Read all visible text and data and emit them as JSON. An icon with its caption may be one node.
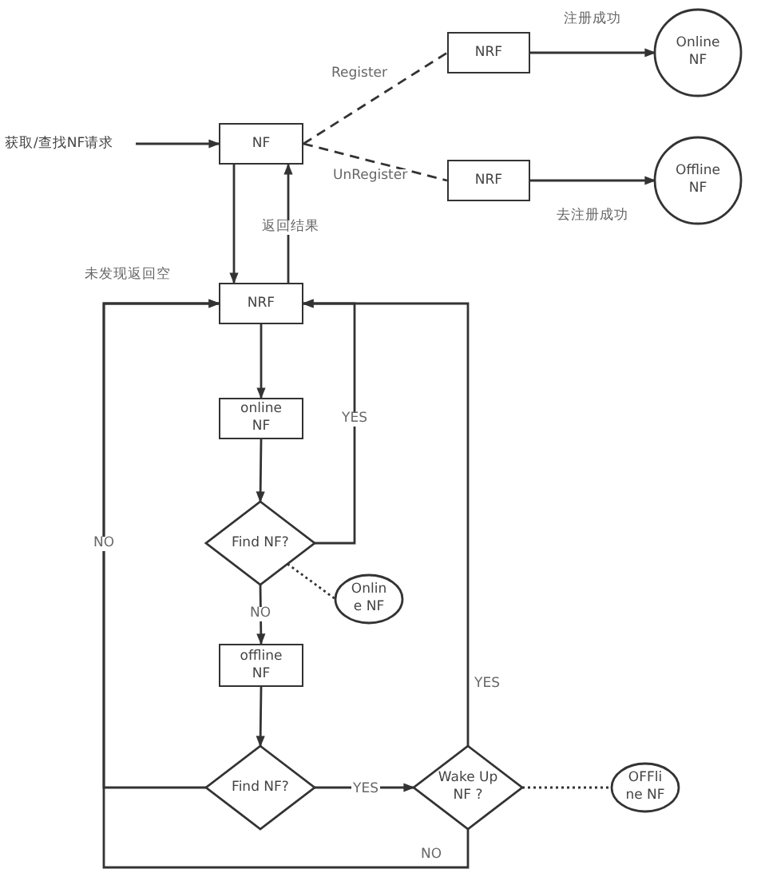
{
  "diagram": {
    "nodes": [
      {
        "text": [
          "获取/查找NF请求"
        ]
      },
      {
        "text": [
          "NF"
        ]
      },
      {
        "text": [
          "NRF"
        ]
      },
      {
        "text": [
          "Online NF"
        ]
      },
      {
        "text": [
          "NRF"
        ]
      },
      {
        "text": [
          "Offline NF"
        ]
      },
      {
        "text": [
          "NRF"
        ]
      },
      {
        "text": [
          "online NF"
        ]
      },
      {
        "text": [
          "Find NF?"
        ]
      },
      {
        "text": [
          "Onlin e NF"
        ]
      },
      {
        "text": [
          "offline NF"
        ]
      },
      {
        "text": [
          "Find NF?"
        ]
      },
      {
        "text": [
          "Wake Up NF ?"
        ]
      },
      {
        "text": [
          "OFFli ne NF"
        ]
      }
    ],
    "edges": [
      {
        "from": 0,
        "to": 1,
        "arrow": "to"
      },
      {
        "from": 1,
        "to": 2,
        "arrow": "none",
        "label": "Register",
        "style": "dashed"
      },
      {
        "from": 2,
        "to": 3,
        "arrow": "to",
        "label": "注册成功"
      },
      {
        "from": 1,
        "to": 4,
        "arrow": "none",
        "label": "UnRegister",
        "style": "dashed"
      },
      {
        "from": 4,
        "to": 5,
        "arrow": "to",
        "label": "去注册成功"
      },
      {
        "from": 1,
        "to": 6,
        "arrow": "to"
      },
      {
        "from": 6,
        "to": 1,
        "arrow": "to",
        "label": "返回结果"
      },
      {
        "from": 6,
        "to": 7,
        "arrow": "to"
      },
      {
        "from": 7,
        "to": 8,
        "arrow": "to"
      },
      {
        "from": 8,
        "to": 6,
        "arrow": "to",
        "label": "YES"
      },
      {
        "from": 8,
        "to": 9,
        "arrow": "none",
        "style": "dashed"
      },
      {
        "from": 8,
        "to": 10,
        "arrow": "to",
        "label": "NO"
      },
      {
        "from": 10,
        "to": 11,
        "arrow": "to"
      },
      {
        "from": 11,
        "to": 12,
        "arrow": "to",
        "label": "YES"
      },
      {
        "from": 12,
        "to": 6,
        "arrow": "to",
        "label": "YES"
      },
      {
        "from": 12,
        "to": 13,
        "arrow": "none",
        "style": "dashed"
      },
      {
        "from": 11,
        "to": 6,
        "arrow": "to",
        "label": "NO"
      },
      {
        "from": 12,
        "to": 6,
        "arrow": "to",
        "label": "NO"
      }
    ],
    "labels": [
      "未发现返回空"
    ]
  }
}
